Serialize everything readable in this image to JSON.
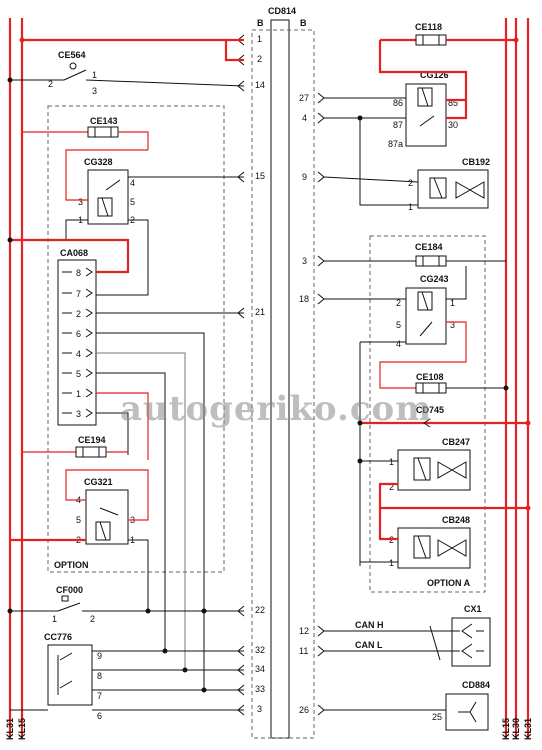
{
  "connector": {
    "name": "CD814",
    "left_side": "B",
    "right_side": "B"
  },
  "rails": {
    "left": [
      "KL31",
      "KL15"
    ],
    "right": [
      "KL15",
      "KL30",
      "KL31"
    ]
  },
  "watermark": "autogeriko.com",
  "left_pins": [
    "1",
    "2",
    "14",
    "15",
    "21",
    "22",
    "32",
    "34",
    "33",
    "3"
  ],
  "right_pins": [
    "27",
    "4",
    "9",
    "3",
    "18",
    "12",
    "11",
    "26"
  ],
  "components": {
    "ce564": {
      "name": "CE564",
      "pins": [
        "2",
        "1",
        "3"
      ]
    },
    "ce143": {
      "name": "CE143"
    },
    "cg328": {
      "name": "CG328",
      "pins": [
        "4",
        "3",
        "5",
        "1",
        "2"
      ]
    },
    "ca068": {
      "name": "CA068",
      "pins": [
        "8",
        "7",
        "2",
        "6",
        "4",
        "5",
        "1",
        "3"
      ]
    },
    "ce194": {
      "name": "CE194"
    },
    "cg321": {
      "name": "CG321",
      "pins": [
        "4",
        "5",
        "3",
        "2",
        "1"
      ]
    },
    "option": {
      "name": "OPTION"
    },
    "cf000": {
      "name": "CF000",
      "pins": [
        "1",
        "2"
      ]
    },
    "cc776": {
      "name": "CC776",
      "pins": [
        "9",
        "8",
        "7",
        "6"
      ]
    },
    "ce118": {
      "name": "CE118"
    },
    "cg126": {
      "name": "CG126",
      "pins": [
        "86",
        "85",
        "87",
        "30",
        "87a"
      ]
    },
    "cb192": {
      "name": "CB192",
      "pins": [
        "2",
        "1"
      ]
    },
    "ce184": {
      "name": "CE184"
    },
    "cg243": {
      "name": "CG243",
      "pins": [
        "2",
        "1",
        "5",
        "3",
        "4"
      ]
    },
    "ce108": {
      "name": "CE108"
    },
    "cd745": {
      "name": "CD745"
    },
    "cb247": {
      "name": "CB247",
      "pins": [
        "1",
        "2"
      ]
    },
    "cb248": {
      "name": "CB248",
      "pins": [
        "2",
        "1"
      ]
    },
    "option_a": {
      "name": "OPTION A"
    },
    "cx1": {
      "name": "CX1"
    },
    "cd884": {
      "name": "CD884",
      "pins": [
        "25"
      ]
    }
  },
  "signals": {
    "can_h": "CAN H",
    "can_l": "CAN L"
  },
  "colors": {
    "wire": "#111111",
    "power_wire": "#e32222",
    "harness": "#777777"
  }
}
